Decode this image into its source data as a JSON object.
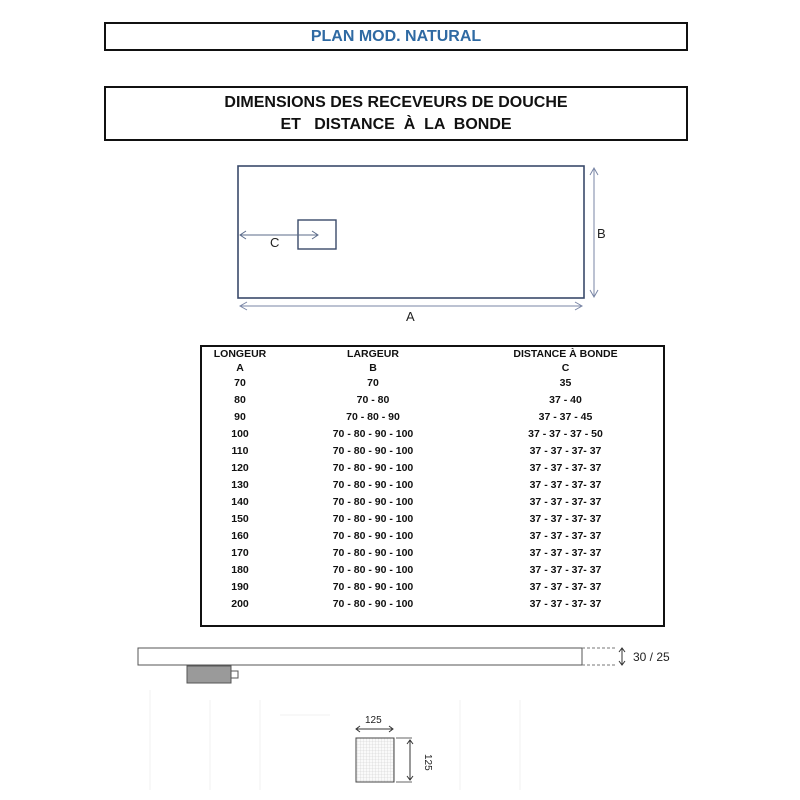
{
  "header": {
    "plan_title": "PLAN MOD. NATURAL",
    "main_title_line1": "DIMENSIONS DES RECEVEURS DE DOUCHE",
    "main_title_line2": "ET   DISTANCE  À  LA  BONDE"
  },
  "diagram": {
    "label_a": "A",
    "label_b": "B",
    "label_c": "C"
  },
  "table": {
    "headers": [
      {
        "name": "LONGEUR",
        "letter": "A"
      },
      {
        "name": "LARGEUR",
        "letter": "B"
      },
      {
        "name": "DISTANCE À BONDE",
        "letter": "C"
      }
    ],
    "rows": [
      [
        "70",
        "70",
        "35"
      ],
      [
        "80",
        "70 - 80",
        "37 - 40"
      ],
      [
        "90",
        "70 - 80 - 90",
        "37 - 37 - 45"
      ],
      [
        "100",
        "70 - 80 - 90 - 100",
        "37 - 37 - 37 - 50"
      ],
      [
        "110",
        "70 - 80 - 90 - 100",
        "37 - 37 - 37- 37"
      ],
      [
        "120",
        "70 - 80 - 90 - 100",
        "37 - 37 - 37- 37"
      ],
      [
        "130",
        "70 - 80 - 90 - 100",
        "37 - 37 - 37- 37"
      ],
      [
        "140",
        "70 - 80 - 90 - 100",
        "37 - 37 - 37- 37"
      ],
      [
        "150",
        "70 - 80 - 90 - 100",
        "37 - 37 - 37- 37"
      ],
      [
        "160",
        "70 - 80 - 90 - 100",
        "37 - 37 - 37- 37"
      ],
      [
        "170",
        "70 - 80 - 90 - 100",
        "37 - 37 - 37- 37"
      ],
      [
        "180",
        "70 - 80 - 90 - 100",
        "37 - 37 - 37- 37"
      ],
      [
        "190",
        "70 - 80 - 90 - 100",
        "37 - 37 - 37- 37"
      ],
      [
        "200",
        "70 - 80 - 90 - 100",
        "37 - 37 - 37- 37"
      ]
    ]
  },
  "profile": {
    "thickness_label": "30 / 25"
  },
  "drain": {
    "width_label": "125",
    "height_label": "125"
  },
  "colors": {
    "title_blue": "#2f6aa3",
    "outline_blue": "#3a4a6a",
    "drain_grey": "#9a9a9a"
  }
}
